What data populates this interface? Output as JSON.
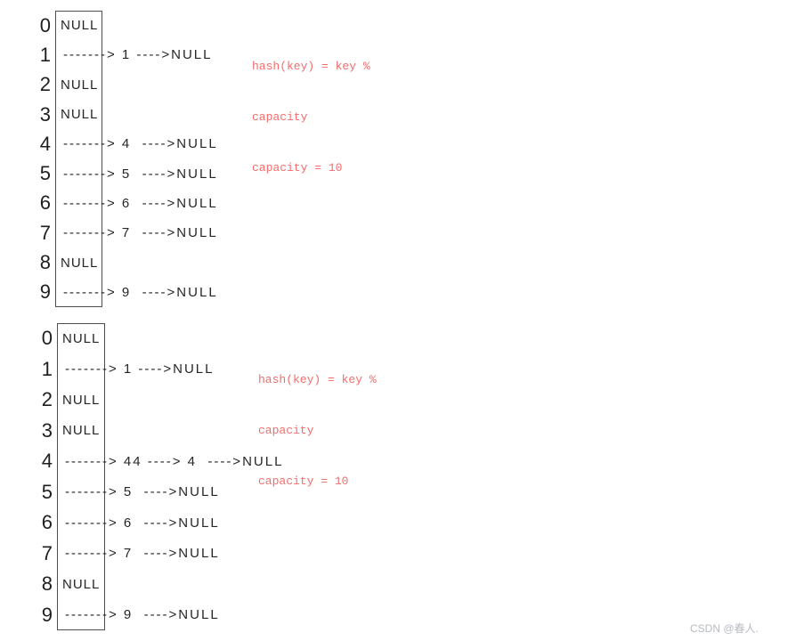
{
  "colors": {
    "background": "#ffffff",
    "diagram_text": "#262626",
    "box_border": "#4f4f4f",
    "annotation_red": "#f56c6c",
    "watermark_gray": "#b7bac0"
  },
  "watermark": {
    "text": "CSDN @春人."
  },
  "diagrams": [
    {
      "name": "hash-table-top",
      "annotation": {
        "lines": [
          "hash(key) = key %",
          "capacity",
          "capacity = 10"
        ]
      },
      "rows": [
        {
          "index": "0",
          "content": "NULL"
        },
        {
          "index": "1",
          "content": "-------> 1 ---->NULL"
        },
        {
          "index": "2",
          "content": "NULL"
        },
        {
          "index": "3",
          "content": "NULL"
        },
        {
          "index": "4",
          "content": "-------> 4  ---->NULL"
        },
        {
          "index": "5",
          "content": "-------> 5  ---->NULL"
        },
        {
          "index": "6",
          "content": "-------> 6  ---->NULL"
        },
        {
          "index": "7",
          "content": "-------> 7  ---->NULL"
        },
        {
          "index": "8",
          "content": "NULL"
        },
        {
          "index": "9",
          "content": "-------> 9  ---->NULL"
        }
      ]
    },
    {
      "name": "hash-table-bottom",
      "annotation": {
        "lines": [
          "hash(key) = key %",
          "capacity",
          "capacity = 10"
        ]
      },
      "rows": [
        {
          "index": "0",
          "content": "NULL"
        },
        {
          "index": "1",
          "content": "-------> 1 ---->NULL"
        },
        {
          "index": "2",
          "content": "NULL"
        },
        {
          "index": "3",
          "content": "NULL"
        },
        {
          "index": "4",
          "content": "-------> 44 ----> 4  ---->NULL"
        },
        {
          "index": "5",
          "content": "-------> 5  ---->NULL"
        },
        {
          "index": "6",
          "content": "-------> 6  ---->NULL"
        },
        {
          "index": "7",
          "content": "-------> 7  ---->NULL"
        },
        {
          "index": "8",
          "content": "NULL"
        },
        {
          "index": "9",
          "content": "-------> 9  ---->NULL"
        }
      ]
    }
  ]
}
